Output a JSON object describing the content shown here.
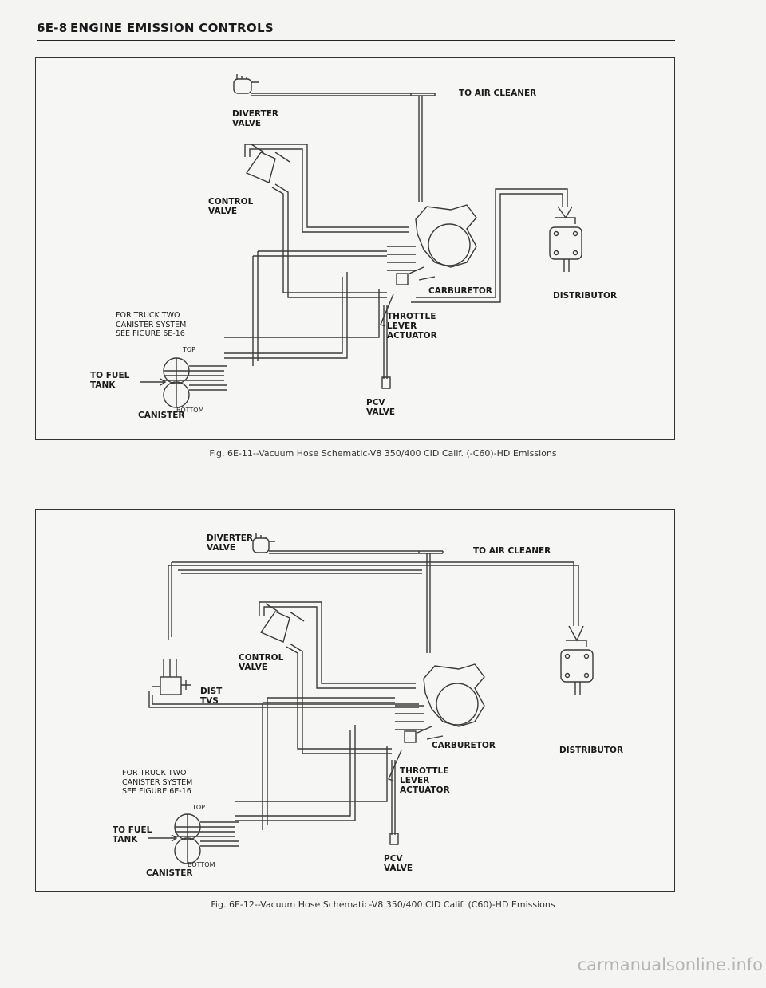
{
  "header": {
    "page_id": "6E-8",
    "section_title": "ENGINE EMISSION CONTROLS"
  },
  "labels": {
    "diverter_valve": [
      "DIVERTER",
      "VALVE"
    ],
    "to_air_cleaner": "TO AIR CLEANER",
    "control_valve": [
      "CONTROL",
      "VALVE"
    ],
    "carburetor": "CARBURETOR",
    "distributor": "DISTRIBUTOR",
    "truck_note": [
      "FOR TRUCK TWO",
      "CANISTER SYSTEM",
      "SEE FIGURE 6E-16"
    ],
    "throttle_actuator": [
      "THROTTLE",
      "LEVER",
      "ACTUATOR"
    ],
    "top": "TOP",
    "to_fuel_tank": [
      "TO FUEL",
      "TANK"
    ],
    "bottom": "BOTTOM",
    "canister": "CANISTER",
    "pcv_valve": [
      "PCV",
      "VALVE"
    ],
    "dist_tvs": [
      "DIST",
      "TVS"
    ]
  },
  "figures": [
    {
      "caption": "Fig. 6E-11--Vacuum Hose Schematic-V8 350/400 CID Calif. (-C60)-HD Emissions"
    },
    {
      "caption": "Fig. 6E-12--Vacuum Hose Schematic-V8 350/400 CID Calif. (C60)-HD Emissions"
    }
  ],
  "watermark": "carmanualsonline.info"
}
